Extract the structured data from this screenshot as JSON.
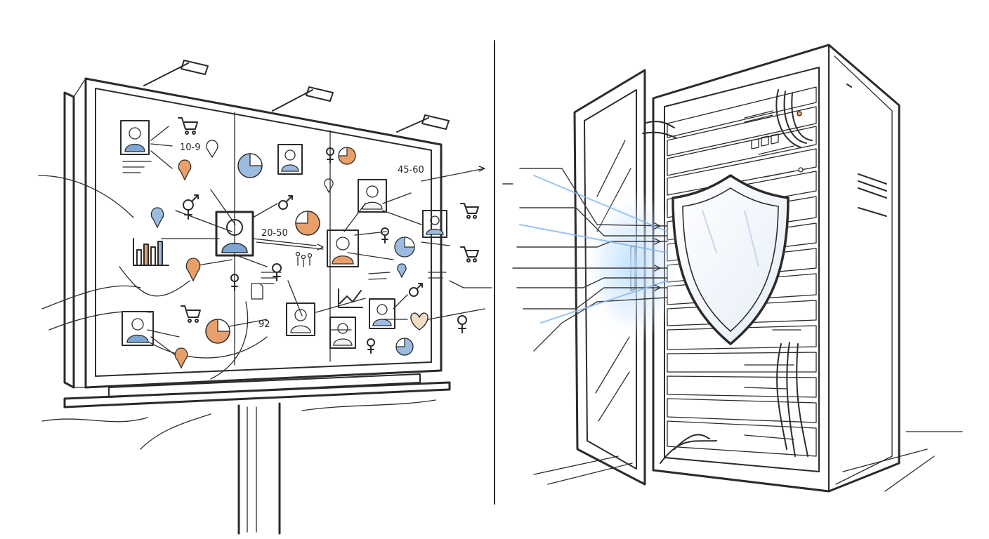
{
  "billboard": {
    "labels": {
      "age_a": "10-9",
      "age_b": "45-60",
      "age_c": "20-50",
      "num_d": "92"
    }
  },
  "colors": {
    "accent_orange": "#e8a06a",
    "accent_blue": "#8fb3d9",
    "glow_blue": "#7fb8f0",
    "ink": "#2b2b2b"
  },
  "icons": [
    "person-icon",
    "shopping-cart-icon",
    "location-pin-icon",
    "pie-chart-icon",
    "gender-icon",
    "bar-chart-icon",
    "shield-icon",
    "server-rack-icon"
  ]
}
